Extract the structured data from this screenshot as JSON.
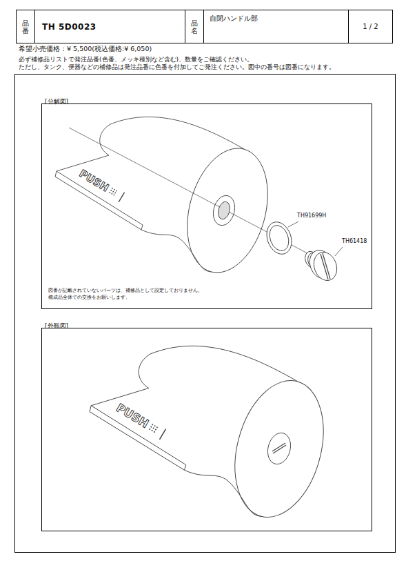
{
  "diagram": {
    "nodes": [
      {
        "text": [
          "品番"
        ]
      },
      {
        "text": [
          "TH 5D0023"
        ]
      },
      {
        "text": [
          "品名"
        ]
      },
      {
        "text": [
          "自閉ハンドル部"
        ]
      },
      {
        "text": [
          "1 / 2"
        ]
      },
      {
        "text": [
          "[分解図]"
        ]
      },
      {
        "text": [
          "[外観図]"
        ]
      }
    ],
    "labels": [
      "希望小売価格：¥ 5,500(税込価格:¥ 6,050)",
      "必ず補修品リストで発注品番(色番、メッキ種別など含む)、数量をご確認ください。",
      "ただし、タンク、便器などの補修品は発注品番に色番を付加してご発注ください。図中の番号は図番になります。",
      "TH91699H",
      "TH61418",
      "図番が記載されていないパーツは、補修品として設定しておりません。",
      "構成品全体での交換をお願いします。",
      "PUSH",
      "PUSH"
    ]
  }
}
